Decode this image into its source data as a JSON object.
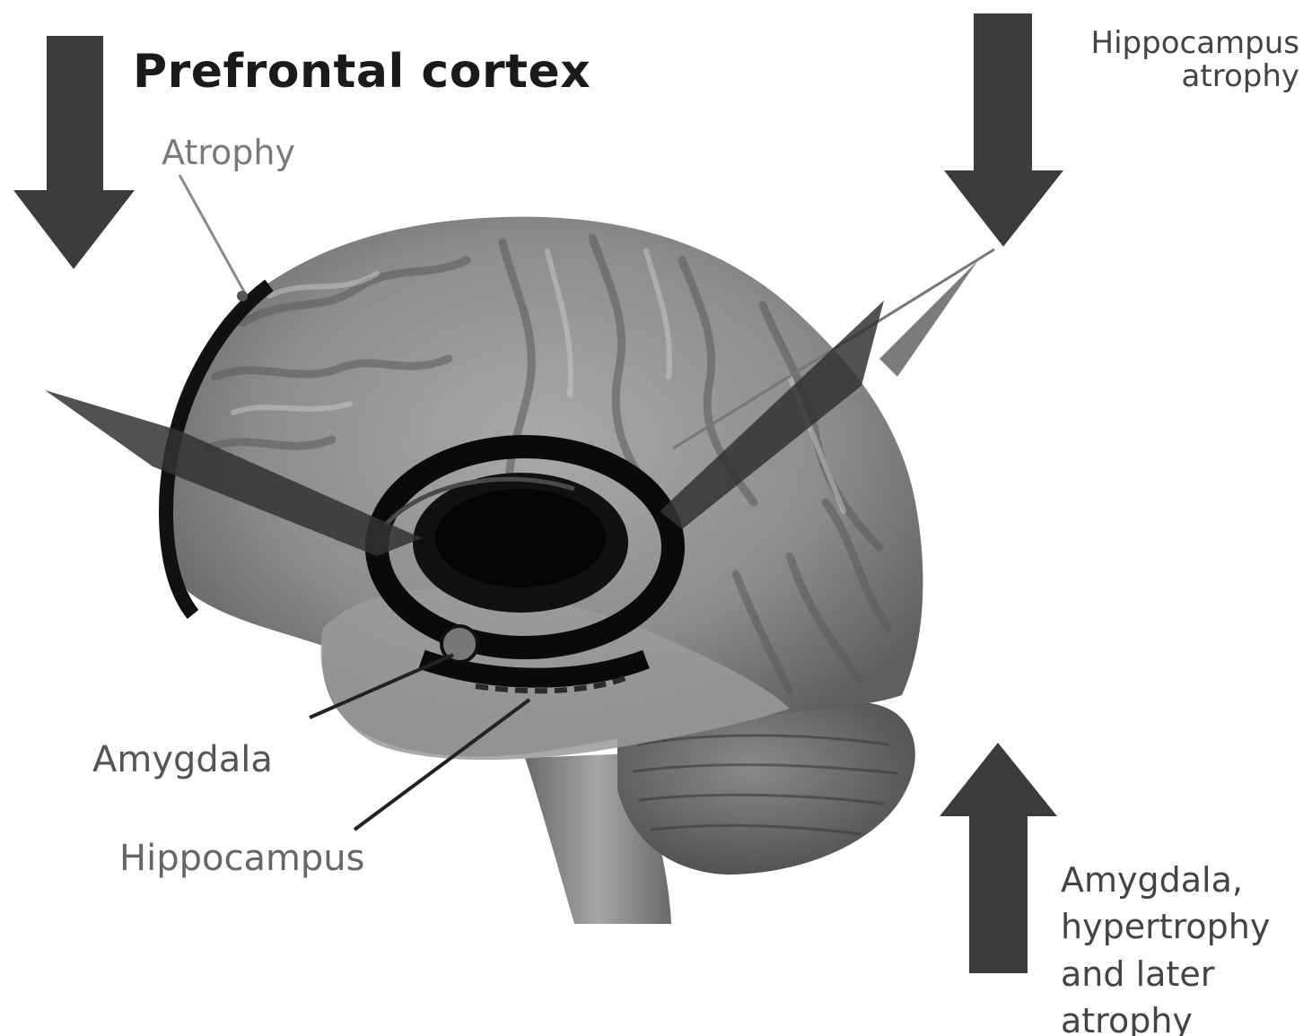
{
  "labels": {
    "prefrontal_cortex": "Prefrontal cortex",
    "prefrontal_atrophy": "Atrophy",
    "amygdala": "Amygdala",
    "hippocampus": "Hippocampus",
    "hippocampus_atrophy_lines": [
      "Hippocampus",
      "atrophy"
    ],
    "amygdala_change_lines": [
      "Amygdala,",
      "hypertrophy",
      "and later",
      "atrophy"
    ]
  },
  "indicators": {
    "prefrontal_cortex": "down-arrow",
    "hippocampus": "down-arrow",
    "amygdala": "up-arrow"
  },
  "colors": {
    "arrow": "#3c3c3c",
    "brain_mid": "#8c8c8c",
    "limbic_ring": "#0a0a0a"
  }
}
